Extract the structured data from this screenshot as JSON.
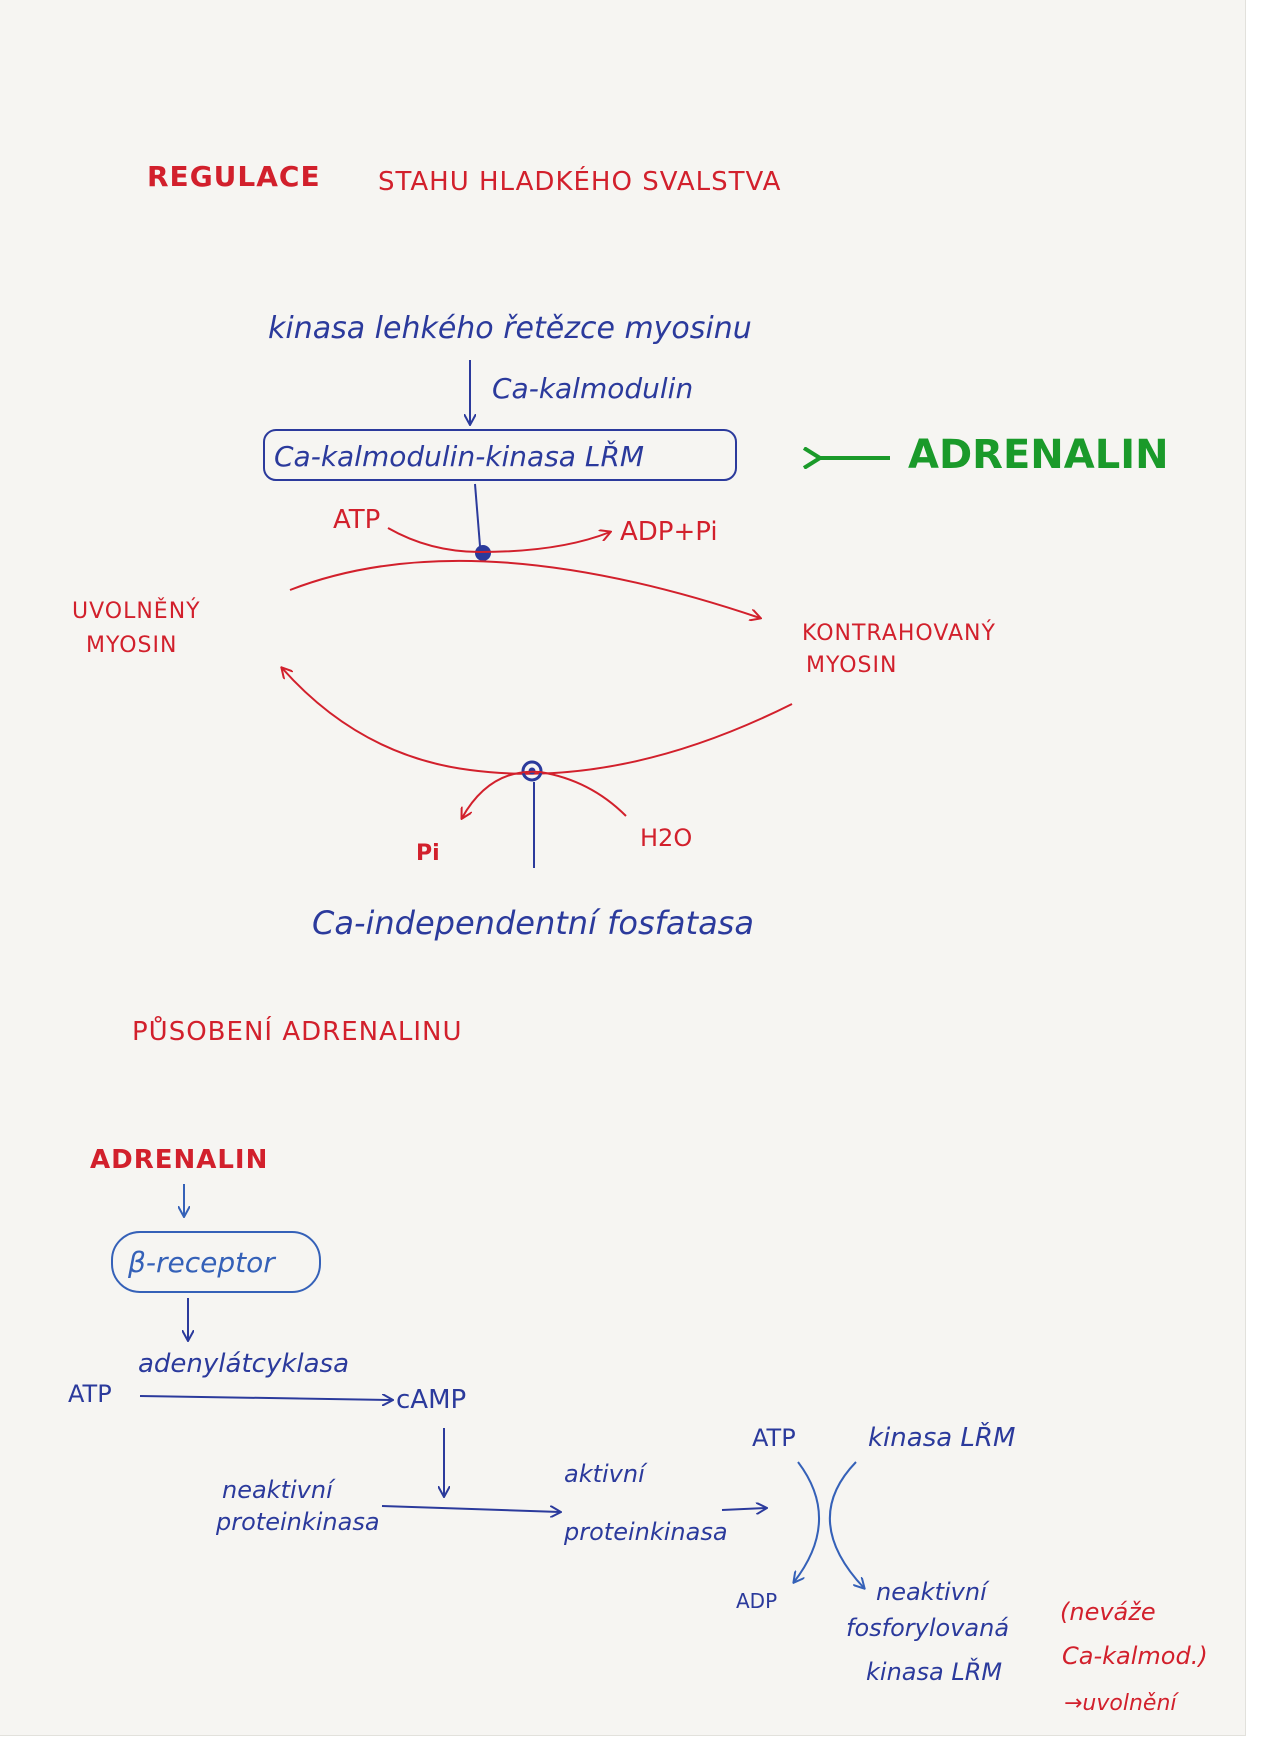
{
  "colors": {
    "red": "#d2202c",
    "blue": "#2b3a9c",
    "light_blue": "#3561b8",
    "green": "#1a9a2a"
  },
  "section1": {
    "title_red": "REGULACE",
    "title_blue": "STAHU HLADKÉHO SVALSTVA",
    "myosin_kinase": "kinasa lehkého řetězce myosinu",
    "ca_calmodulin": "Ca-kalmodulin",
    "complex_box": "Ca-kalmodulin-kinasa LŘM",
    "adrenalin": "ADRENALIN",
    "atp": "ATP",
    "adp_pi": "ADP+Pi",
    "relaxed_myosin": [
      "UVOLNĚNÝ",
      "MYOSIN"
    ],
    "contracted_myosin": [
      "KONTRAHOVANÝ",
      "MYOSIN"
    ],
    "pi": "Pi",
    "h2o": "H2O",
    "phosphatase": "Ca-independentní fosfatasa"
  },
  "section2": {
    "title": "PŮSOBENÍ ADRENALINU",
    "adrenalin": "ADRENALIN",
    "receptor": "β-receptor",
    "adenylate_cyclase": "adenylátcyklasa",
    "atp": "ATP",
    "camp": "cAMP",
    "inactive_pk": [
      "neaktivní",
      "proteinkinasa"
    ],
    "active_pk": [
      "aktivní",
      "proteinkinasa"
    ],
    "atp2": "ATP",
    "kinasa_lrm": "kinasa LŘM",
    "adp": "ADP",
    "inactive_phos": [
      "neaktivní",
      "fosforylovaná",
      "kinasa LŘM"
    ],
    "note": [
      "(neváže",
      "Ca-kalmod.)",
      "→uvolnění"
    ]
  }
}
